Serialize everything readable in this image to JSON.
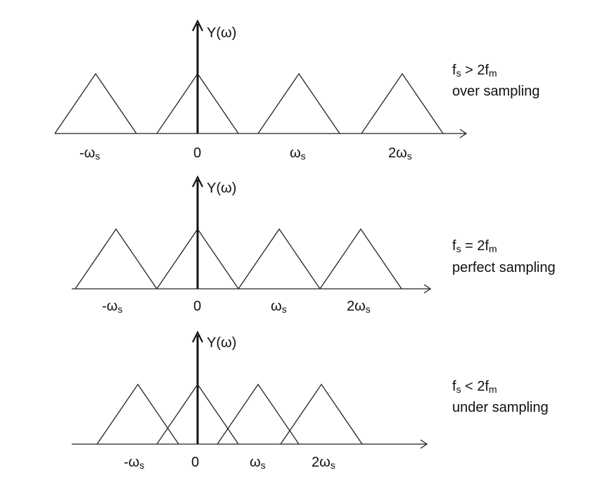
{
  "panels": [
    {
      "y_axis_label": "Y(ω)",
      "ticks": [
        {
          "text": "-ω",
          "sub": "s"
        },
        {
          "text": "0",
          "sub": ""
        },
        {
          "text": "ω",
          "sub": "s"
        },
        {
          "text": "2ω",
          "sub": "s"
        }
      ],
      "condition": {
        "a": "f",
        "a_sub": "s",
        "op": " > 2f",
        "b_sub": "m"
      },
      "description": "over sampling"
    },
    {
      "y_axis_label": "Y(ω)",
      "ticks": [
        {
          "text": "-ω",
          "sub": "s"
        },
        {
          "text": "0",
          "sub": ""
        },
        {
          "text": "ω",
          "sub": "s"
        },
        {
          "text": "2ω",
          "sub": "s"
        }
      ],
      "condition": {
        "a": "f",
        "a_sub": "s",
        "op": " = 2f",
        "b_sub": "m"
      },
      "description": "perfect sampling"
    },
    {
      "y_axis_label": "Y(ω)",
      "ticks": [
        {
          "text": "-ω",
          "sub": "s"
        },
        {
          "text": "0",
          "sub": ""
        },
        {
          "text": "ω",
          "sub": "s"
        },
        {
          "text": "2ω",
          "sub": "s"
        }
      ],
      "condition": {
        "a": "f",
        "a_sub": "s",
        "op": " < 2f",
        "b_sub": "m"
      },
      "description": "under sampling"
    }
  ]
}
